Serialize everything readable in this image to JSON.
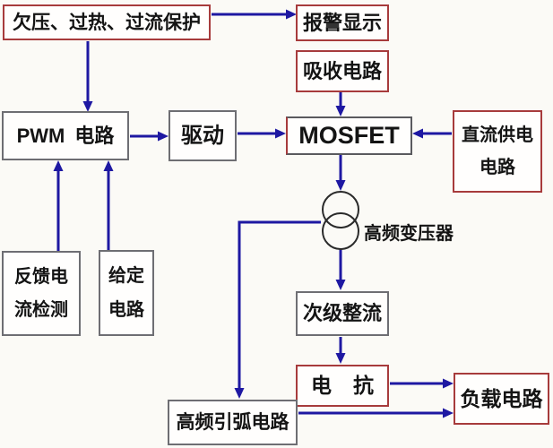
{
  "colors": {
    "arrow": "#1e18a2",
    "red_border": "#a73b3c",
    "gray_border": "#6e6e73",
    "background": "#fbfaf6",
    "box_fill": "#fffefd",
    "text": "#141414",
    "transformer_stroke": "#2a2a2a"
  },
  "nodes": {
    "protection": {
      "label": "欠压、过热、过流保护"
    },
    "alarm": {
      "label": "报警显示"
    },
    "snubber": {
      "label": "吸收电路"
    },
    "pwm": {
      "latin": "PWM",
      "cjk": "电路"
    },
    "drive": {
      "label": "驱动"
    },
    "mosfet": {
      "label": "MOSFET"
    },
    "dc_supply": {
      "line1": "直流供电",
      "line2": "电路"
    },
    "transformer": {
      "label": "高频变压器"
    },
    "secondary_rectifier": {
      "label": "次级整流"
    },
    "reactor": {
      "left": "电",
      "right": "抗"
    },
    "load": {
      "label": "负载电路"
    },
    "arc_starter": {
      "label": "高频引弧电路"
    },
    "feedback": {
      "line1": "反馈电",
      "line2": "流检测"
    },
    "setting": {
      "line1": "给定",
      "line2": "电路"
    }
  }
}
